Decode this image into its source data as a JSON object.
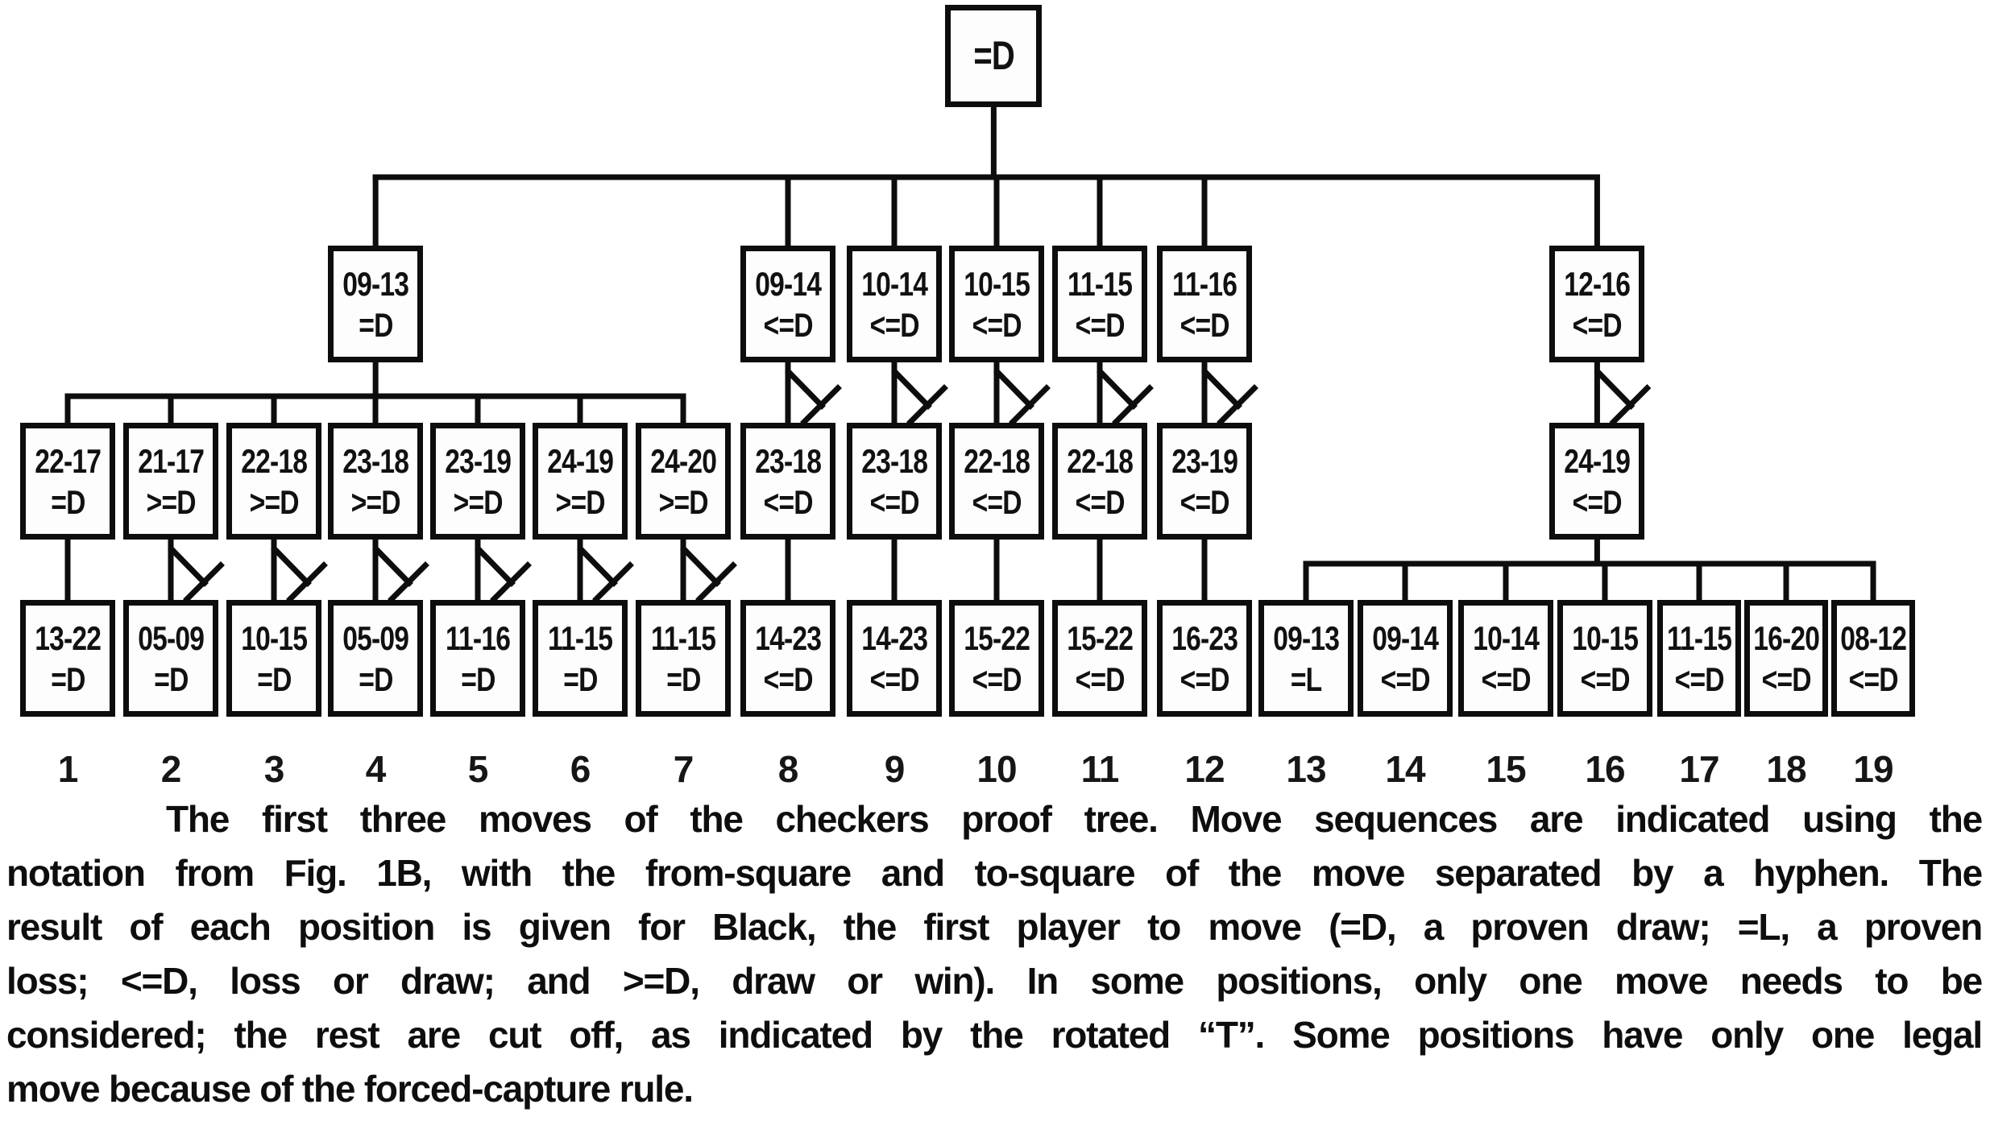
{
  "colors": {
    "ink": "#0d0d0d",
    "background": "#ffffff",
    "box_fill": "#fdfdfd"
  },
  "tree": {
    "root": {
      "move": "",
      "result": "=D",
      "children": [
        {
          "move": "09-13",
          "result": "=D",
          "children": [
            {
              "move": "22-17",
              "result": "=D",
              "children": [
                {
                  "move": "13-22",
                  "result": "=D",
                  "num": "1"
                }
              ]
            },
            {
              "move": "21-17",
              "result": ">=D",
              "children": [
                {
                  "move": "05-09",
                  "result": "=D",
                  "num": "2",
                  "cutoff": true
                }
              ]
            },
            {
              "move": "22-18",
              "result": ">=D",
              "children": [
                {
                  "move": "10-15",
                  "result": "=D",
                  "num": "3",
                  "cutoff": true
                }
              ]
            },
            {
              "move": "23-18",
              "result": ">=D",
              "children": [
                {
                  "move": "05-09",
                  "result": "=D",
                  "num": "4",
                  "cutoff": true
                }
              ]
            },
            {
              "move": "23-19",
              "result": ">=D",
              "children": [
                {
                  "move": "11-16",
                  "result": "=D",
                  "num": "5",
                  "cutoff": true
                }
              ]
            },
            {
              "move": "24-19",
              "result": ">=D",
              "children": [
                {
                  "move": "11-15",
                  "result": "=D",
                  "num": "6",
                  "cutoff": true
                }
              ]
            },
            {
              "move": "24-20",
              "result": ">=D",
              "children": [
                {
                  "move": "11-15",
                  "result": "=D",
                  "num": "7",
                  "cutoff": true
                }
              ]
            }
          ]
        },
        {
          "move": "09-14",
          "result": "<=D",
          "children": [
            {
              "move": "23-18",
              "result": "<=D",
              "cutoff": true,
              "children": [
                {
                  "move": "14-23",
                  "result": "<=D",
                  "num": "8"
                }
              ]
            }
          ]
        },
        {
          "move": "10-14",
          "result": "<=D",
          "children": [
            {
              "move": "23-18",
              "result": "<=D",
              "cutoff": true,
              "children": [
                {
                  "move": "14-23",
                  "result": "<=D",
                  "num": "9"
                }
              ]
            }
          ]
        },
        {
          "move": "10-15",
          "result": "<=D",
          "children": [
            {
              "move": "22-18",
              "result": "<=D",
              "cutoff": true,
              "children": [
                {
                  "move": "15-22",
                  "result": "<=D",
                  "num": "10"
                }
              ]
            }
          ]
        },
        {
          "move": "11-15",
          "result": "<=D",
          "children": [
            {
              "move": "22-18",
              "result": "<=D",
              "cutoff": true,
              "children": [
                {
                  "move": "15-22",
                  "result": "<=D",
                  "num": "11"
                }
              ]
            }
          ]
        },
        {
          "move": "11-16",
          "result": "<=D",
          "children": [
            {
              "move": "23-19",
              "result": "<=D",
              "cutoff": true,
              "children": [
                {
                  "move": "16-23",
                  "result": "<=D",
                  "num": "12"
                }
              ]
            }
          ]
        },
        {
          "move": "12-16",
          "result": "<=D",
          "children": [
            {
              "move": "24-19",
              "result": "<=D",
              "cutoff": true,
              "children": [
                {
                  "move": "09-13",
                  "result": "=L",
                  "num": "13"
                },
                {
                  "move": "09-14",
                  "result": "<=D",
                  "num": "14"
                },
                {
                  "move": "10-14",
                  "result": "<=D",
                  "num": "15"
                },
                {
                  "move": "10-15",
                  "result": "<=D",
                  "num": "16"
                },
                {
                  "move": "11-15",
                  "result": "<=D",
                  "num": "17"
                },
                {
                  "move": "16-20",
                  "result": "<=D",
                  "num": "18"
                },
                {
                  "move": "08-12",
                  "result": "<=D",
                  "num": "19"
                }
              ]
            }
          ]
        }
      ]
    }
  },
  "caption": {
    "lines": [
      "The first three moves of the checkers proof tree. Move sequences are indicated using the",
      "notation from Fig. 1B, with the from-square and to-square of the move separated by a hyphen. The",
      "result of each position is given for Black, the first player to move (=D, a proven draw; =L, a proven",
      "loss; <=D, loss or draw; and >=D, draw or win). In some positions, only one move needs to be",
      "considered; the rest are cut off, as indicated by the rotated “T”. Some positions have only one legal",
      "move because of the forced-capture rule."
    ]
  }
}
